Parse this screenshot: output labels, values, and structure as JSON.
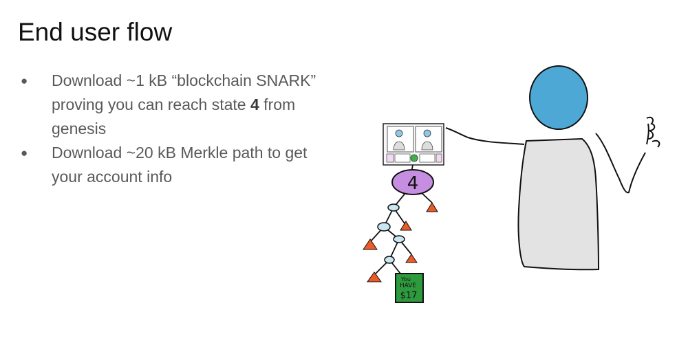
{
  "slide": {
    "title": "End user flow",
    "bullets": [
      {
        "before": "Download ~1 kB “blockchain SNARK” proving you can reach state ",
        "bold": "4",
        "after": " from genesis"
      },
      {
        "before": "Download ~20 kB Merkle path to get your account info",
        "bold": "",
        "after": ""
      }
    ]
  },
  "drawing": {
    "state_node_label": "4",
    "leaf_label_line1": "You",
    "leaf_label_line2": "HAVE",
    "leaf_label_line3": "$17",
    "colors": {
      "head": "#4ea8d6",
      "body": "#e3e3e3",
      "state_node": "#c68ee0",
      "merkle_node": "#c9e6f2",
      "sibling_hash": "#ec5a27",
      "leaf": "#2e9a3e"
    }
  }
}
